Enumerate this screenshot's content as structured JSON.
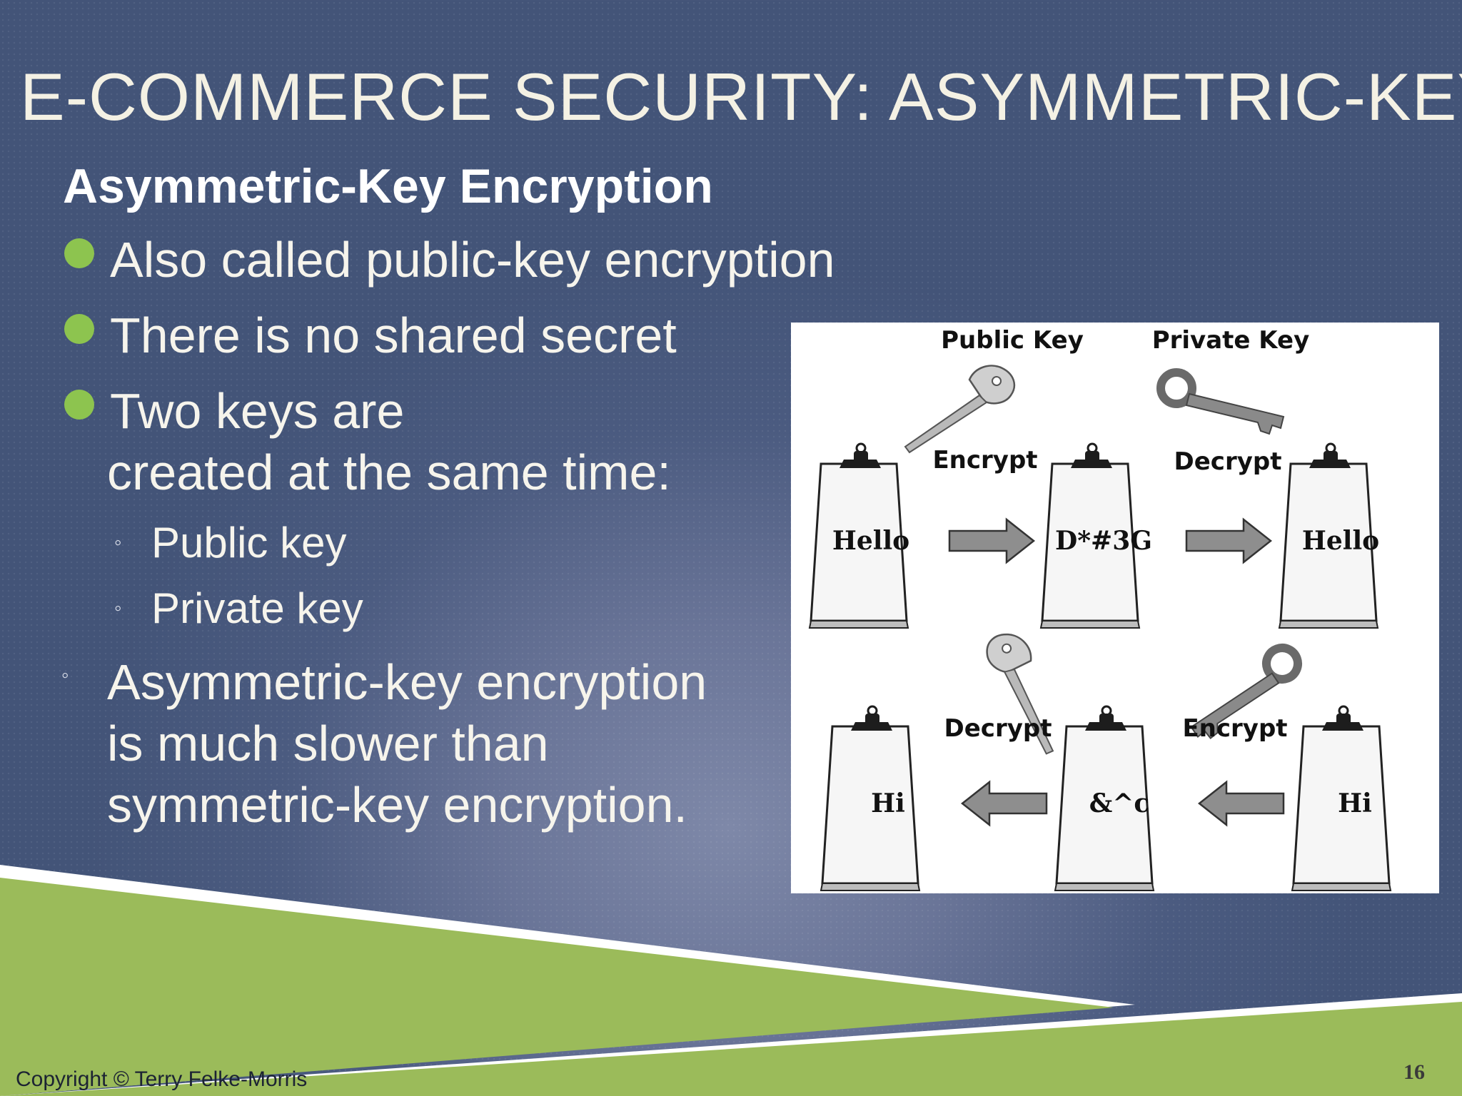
{
  "slide": {
    "title": "E-COMMERCE SECURITY: ASYMMETRIC-KEY",
    "subtitle": "Asymmetric-Key Encryption",
    "bullets": [
      "Also called public-key encryption",
      "There is no shared secret",
      "Two keys are",
      "created at the same time:"
    ],
    "sub_bullets": [
      "Public key",
      "Private key"
    ],
    "note_lines": [
      "Asymmetric-key encryption",
      "is much slower than",
      "symmetric-key encryption."
    ],
    "footer": {
      "copyright": "Copyright © Terry Felke-Morris",
      "page_number": "16"
    },
    "colors": {
      "background": "#4b5b80",
      "accent_green": "#8dc44f",
      "title": "#f4f1e4"
    }
  },
  "diagram": {
    "key_labels": [
      "Public Key",
      "Private Key"
    ],
    "top_row": {
      "actions": [
        "Encrypt",
        "Decrypt"
      ],
      "clipboards": [
        "Hello",
        "D*#3G",
        "Hello"
      ]
    },
    "bottom_row": {
      "actions": [
        "Decrypt",
        "Encrypt"
      ],
      "clipboards": [
        "Hi",
        "&^c",
        "Hi"
      ]
    },
    "icons": [
      "key-icon",
      "clipboard-icon",
      "arrow-right-icon",
      "arrow-left-icon"
    ]
  }
}
